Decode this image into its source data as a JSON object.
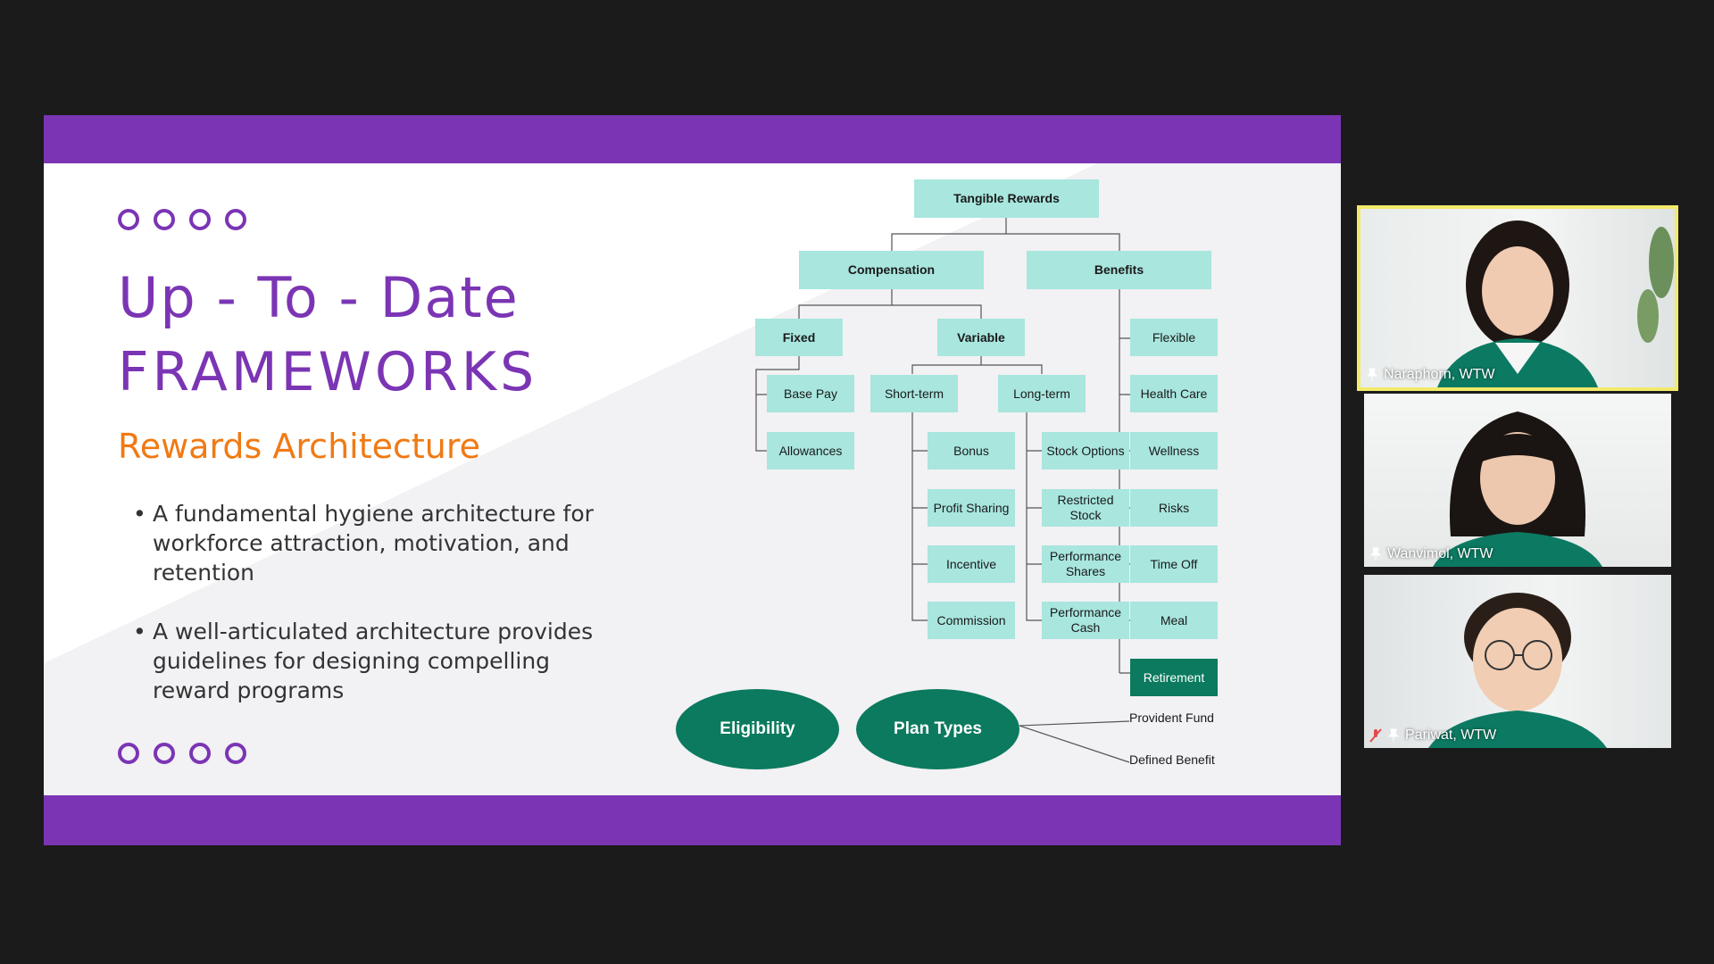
{
  "slide": {
    "title_line1": "Up - To - Date",
    "title_line2": "FRAMEWORKS",
    "subtitle": "Rewards Architecture",
    "bullets": [
      "A fundamental hygiene architecture for workforce attraction, motivation, and retention",
      "A well-articulated architecture provides guidelines for designing compelling reward programs"
    ],
    "colors": {
      "accent_purple": "#7b35b4",
      "subtitle_orange": "#f07a14",
      "node_teal": "#a8e6de",
      "dark_green": "#0b7a5e"
    }
  },
  "diagram": {
    "root": "Tangible Rewards",
    "compensation": "Compensation",
    "benefits": "Benefits",
    "fixed": "Fixed",
    "variable": "Variable",
    "fixed_items": [
      "Base Pay",
      "Allowances"
    ],
    "short_term": "Short-term",
    "long_term": "Long-term",
    "short_term_items": [
      "Bonus",
      "Profit Sharing",
      "Incentive",
      "Commission"
    ],
    "long_term_items": [
      "Stock Options",
      "Restricted Stock",
      "Performance Shares",
      "Performance Cash"
    ],
    "benefit_items": [
      "Flexible",
      "Health Care",
      "Wellness",
      "Risks",
      "Time Off",
      "Meal",
      "Retirement"
    ],
    "eligibility": "Eligibility",
    "plan_types": "Plan Types",
    "plan_type_items": [
      "Provident Fund",
      "Defined Benefit"
    ]
  },
  "participants": [
    {
      "name": "Naraphorn, WTW",
      "active": true,
      "muted": false
    },
    {
      "name": "Wanvimol, WTW",
      "active": false,
      "muted": false
    },
    {
      "name": "Pariwat, WTW",
      "active": false,
      "muted": true
    }
  ]
}
